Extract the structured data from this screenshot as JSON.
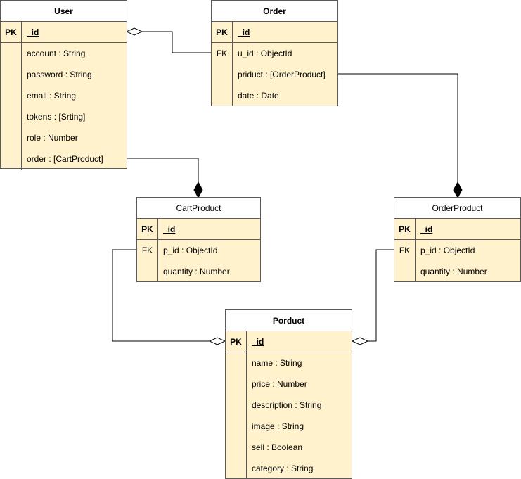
{
  "entities": {
    "user": {
      "title": "User",
      "pk": {
        "key": "PK",
        "field": "_id"
      },
      "rows": [
        {
          "key": "",
          "field": "account : String"
        },
        {
          "key": "",
          "field": "password : String"
        },
        {
          "key": "",
          "field": "email : String"
        },
        {
          "key": "",
          "field": "tokens : [Srting]"
        },
        {
          "key": "",
          "field": "role : Number"
        },
        {
          "key": "",
          "field": "order : [CartProduct]"
        }
      ]
    },
    "order": {
      "title": "Order",
      "pk": {
        "key": "PK",
        "field": "_id"
      },
      "rows": [
        {
          "key": "FK",
          "field": "u_id : ObjectId"
        },
        {
          "key": "",
          "field": "priduct : [OrderProduct]"
        },
        {
          "key": "",
          "field": "date : Date"
        }
      ]
    },
    "cartproduct": {
      "title": "CartProduct",
      "pk": {
        "key": "PK",
        "field": "_id"
      },
      "rows": [
        {
          "key": "FK",
          "field": "p_id : ObjectId"
        },
        {
          "key": "",
          "field": "quantity : Number"
        }
      ]
    },
    "orderproduct": {
      "title": "OrderProduct",
      "pk": {
        "key": "PK",
        "field": "_id"
      },
      "rows": [
        {
          "key": "FK",
          "field": "p_id : ObjectId"
        },
        {
          "key": "",
          "field": "quantity : Number"
        }
      ]
    },
    "porduct": {
      "title": "Porduct",
      "pk": {
        "key": "PK",
        "field": "_id"
      },
      "rows": [
        {
          "key": "",
          "field": "name : String"
        },
        {
          "key": "",
          "field": "price : Number"
        },
        {
          "key": "",
          "field": "description : String"
        },
        {
          "key": "",
          "field": "image : String"
        },
        {
          "key": "",
          "field": "sell : Boolean"
        },
        {
          "key": "",
          "field": "category : String"
        }
      ]
    }
  },
  "colors": {
    "entity_fill": "#fff2cc",
    "header_fill": "#ffffff",
    "border": "#5a5a5a",
    "connector": "#000000"
  }
}
